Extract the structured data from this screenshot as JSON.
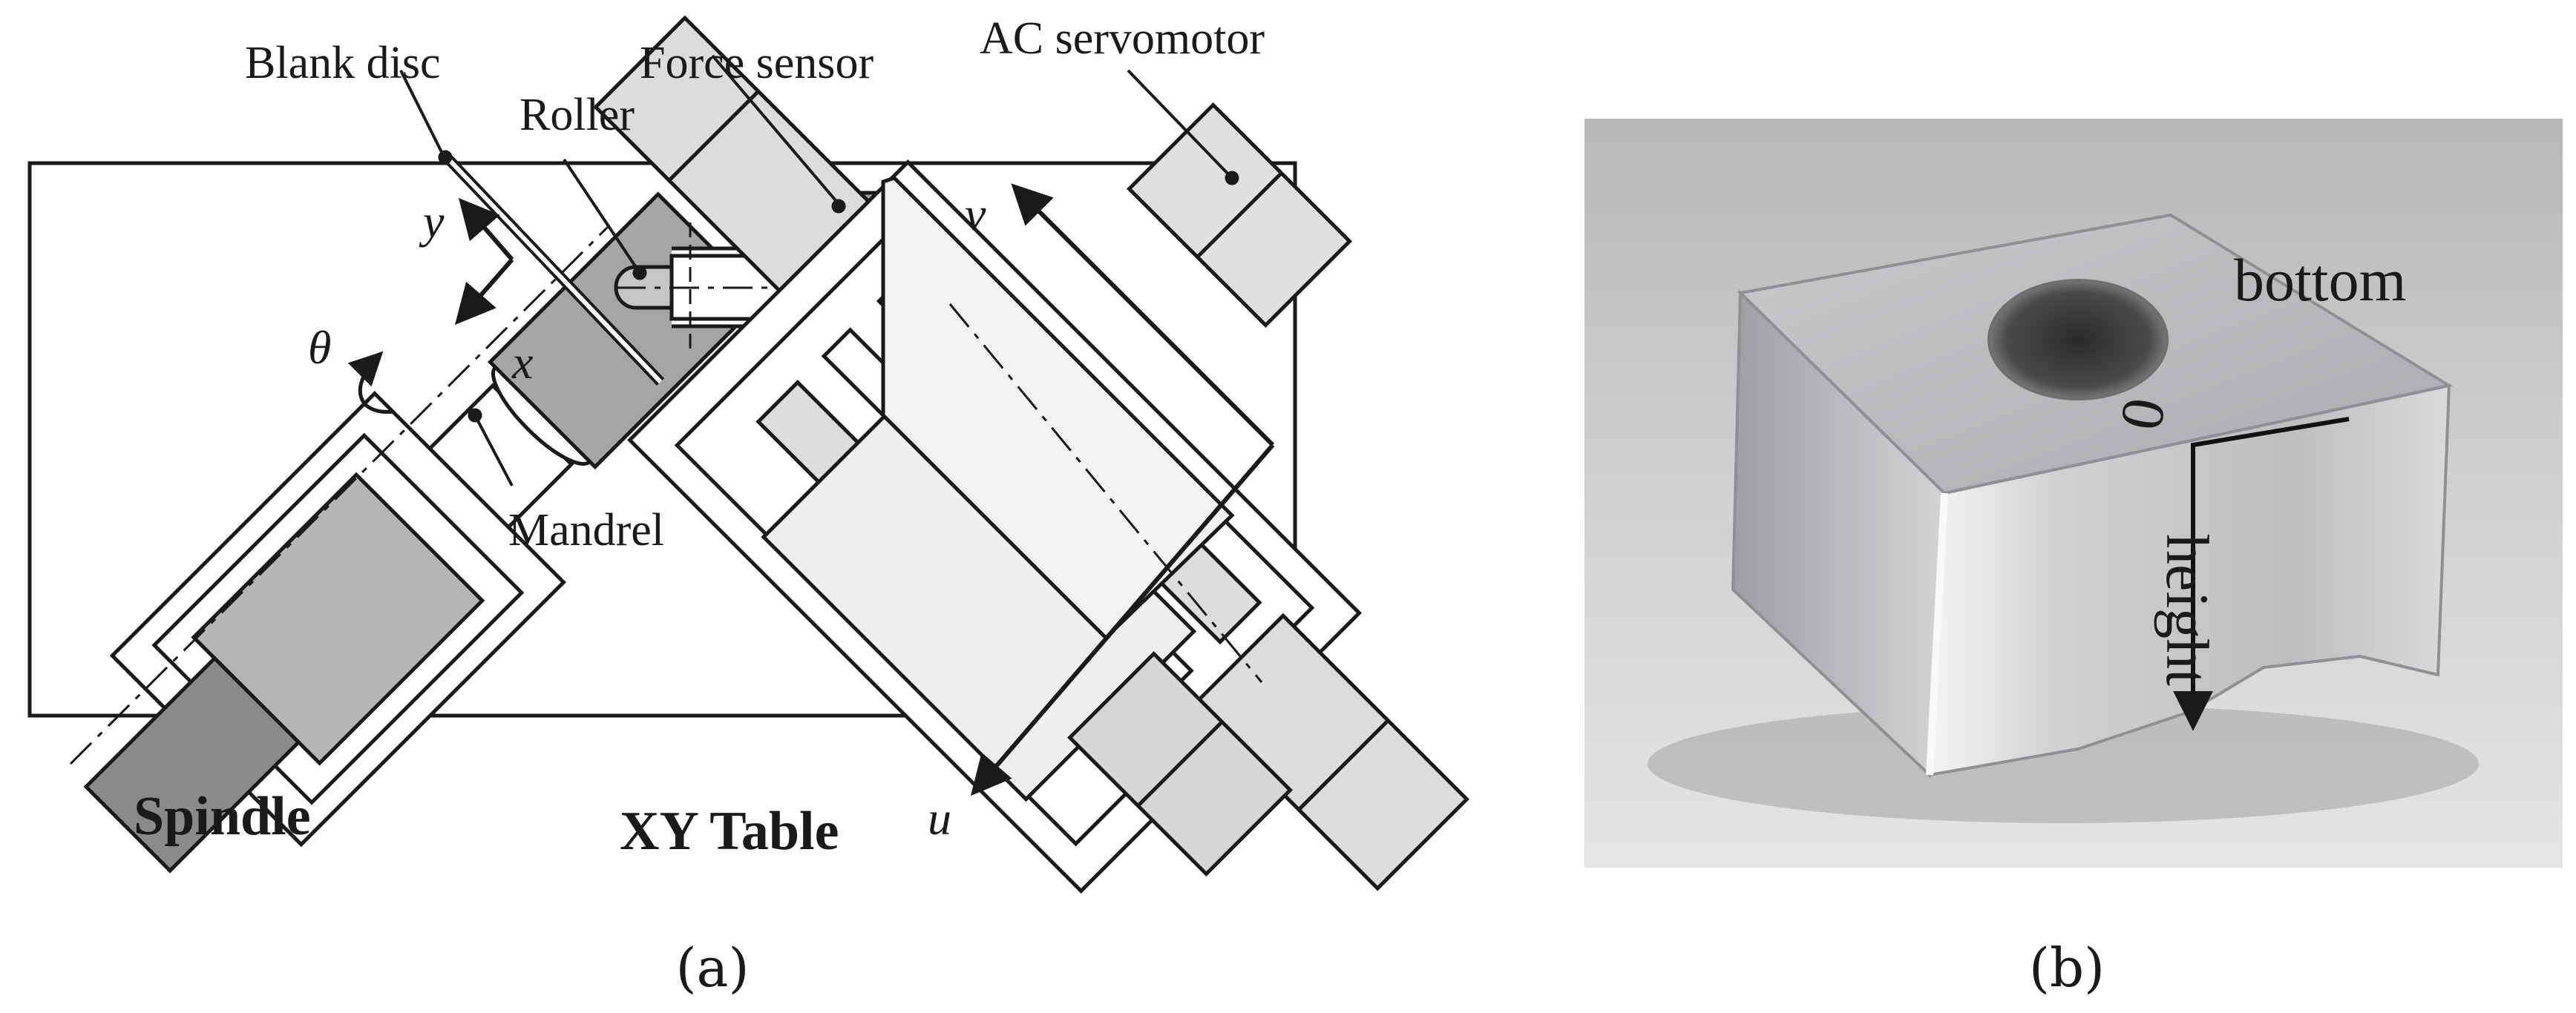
{
  "panel_a": {
    "labels": {
      "blank_disc": "Blank disc",
      "force_sensor": "Force sensor",
      "ac_servomotor": "AC servomotor",
      "roller": "Roller",
      "mandrel": "Mandrel",
      "spindle": "Spindle",
      "xy_table": "XY Table"
    },
    "axes": {
      "y": "y",
      "x": "x",
      "theta": "θ",
      "v": "v",
      "u": "u"
    },
    "caption": "(a)"
  },
  "panel_b": {
    "labels": {
      "bottom": "bottom",
      "zero": "0",
      "height": "height"
    },
    "caption": "(b)"
  },
  "colors": {
    "stroke": "#1a1a1a",
    "light_gray": "#e2e2e2",
    "mid_gray": "#a9a9a9",
    "dark_gray": "#808080",
    "photo_bg": "#c9c9c9",
    "metal_top": "#b8b9bb",
    "metal_front": "#c6c7c9"
  }
}
